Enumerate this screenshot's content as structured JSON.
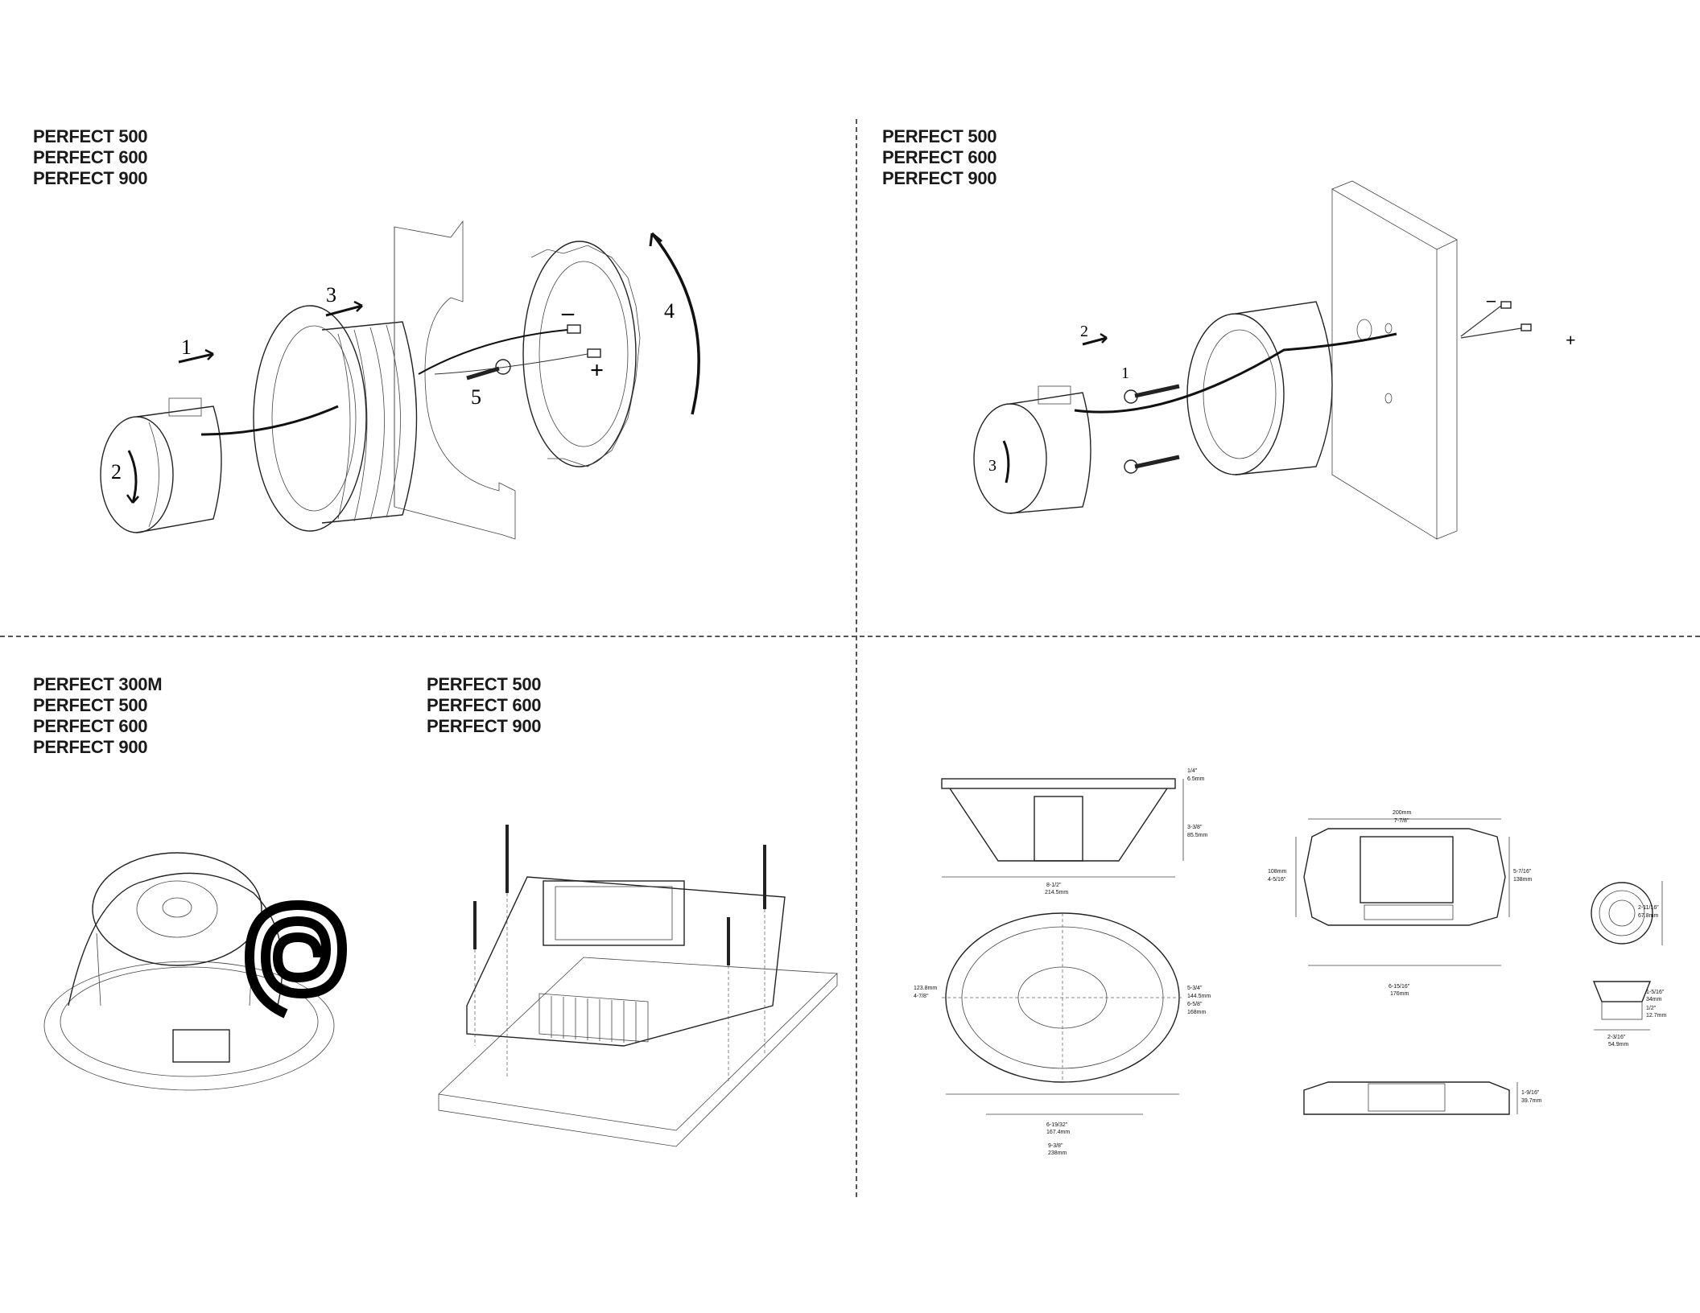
{
  "panels": {
    "top_left": {
      "models": [
        "PERFECT 500",
        "PERFECT 600",
        "PERFECT 900"
      ],
      "steps": [
        "1",
        "2",
        "3",
        "4",
        "5"
      ],
      "polarity": {
        "negative": "–",
        "positive": "+"
      }
    },
    "top_right": {
      "models": [
        "PERFECT 500",
        "PERFECT 600",
        "PERFECT 900"
      ],
      "steps": [
        "1",
        "2",
        "3"
      ],
      "polarity": {
        "negative": "–",
        "positive": "+"
      }
    },
    "bottom_left": {
      "models_speaker": [
        "PERFECT 300M",
        "PERFECT 500",
        "PERFECT 600",
        "PERFECT 900"
      ],
      "models_crossover": [
        "PERFECT 500",
        "PERFECT 600",
        "PERFECT 900"
      ]
    },
    "bottom_right": {
      "speaker_dims": {
        "depth_in": "3-3/8\"",
        "depth_mm": "85.5mm",
        "flange_in": "1/4\"",
        "flange_mm": "6.5mm",
        "mount_in": "8-1/2\"",
        "mount_mm": "214.5mm",
        "height_in": "5-3/4\"",
        "height_mm": "144.5mm",
        "outer_h_in": "6-5/8\"",
        "outer_h_mm": "168mm",
        "left_in": "4-7/8\"",
        "left_mm": "123.8mm",
        "cutout_in": "6-19/32\"",
        "cutout_mm": "167.4mm",
        "width_in": "9-3/8\"",
        "width_mm": "238mm"
      },
      "crossover_dims": {
        "top_mm": "200mm",
        "top_in": "7-7/8\"",
        "left_mm": "108mm",
        "left_in": "4-5/16\"",
        "right_in": "5-7/16\"",
        "right_mm": "138mm",
        "bottom_in": "6-15/16\"",
        "bottom_mm": "176mm",
        "side_in": "1-9/16\"",
        "side_mm": "39.7mm"
      },
      "tweeter_dims": {
        "outer_in": "2-11/16\"",
        "outer_mm": "67.8mm",
        "a_in": "1-5/16\"",
        "a_mm": "34mm",
        "b_in": "1/2\"",
        "b_mm": "12.7mm",
        "base_in": "2-3/16\"",
        "base_mm": "54.9mm"
      }
    }
  }
}
